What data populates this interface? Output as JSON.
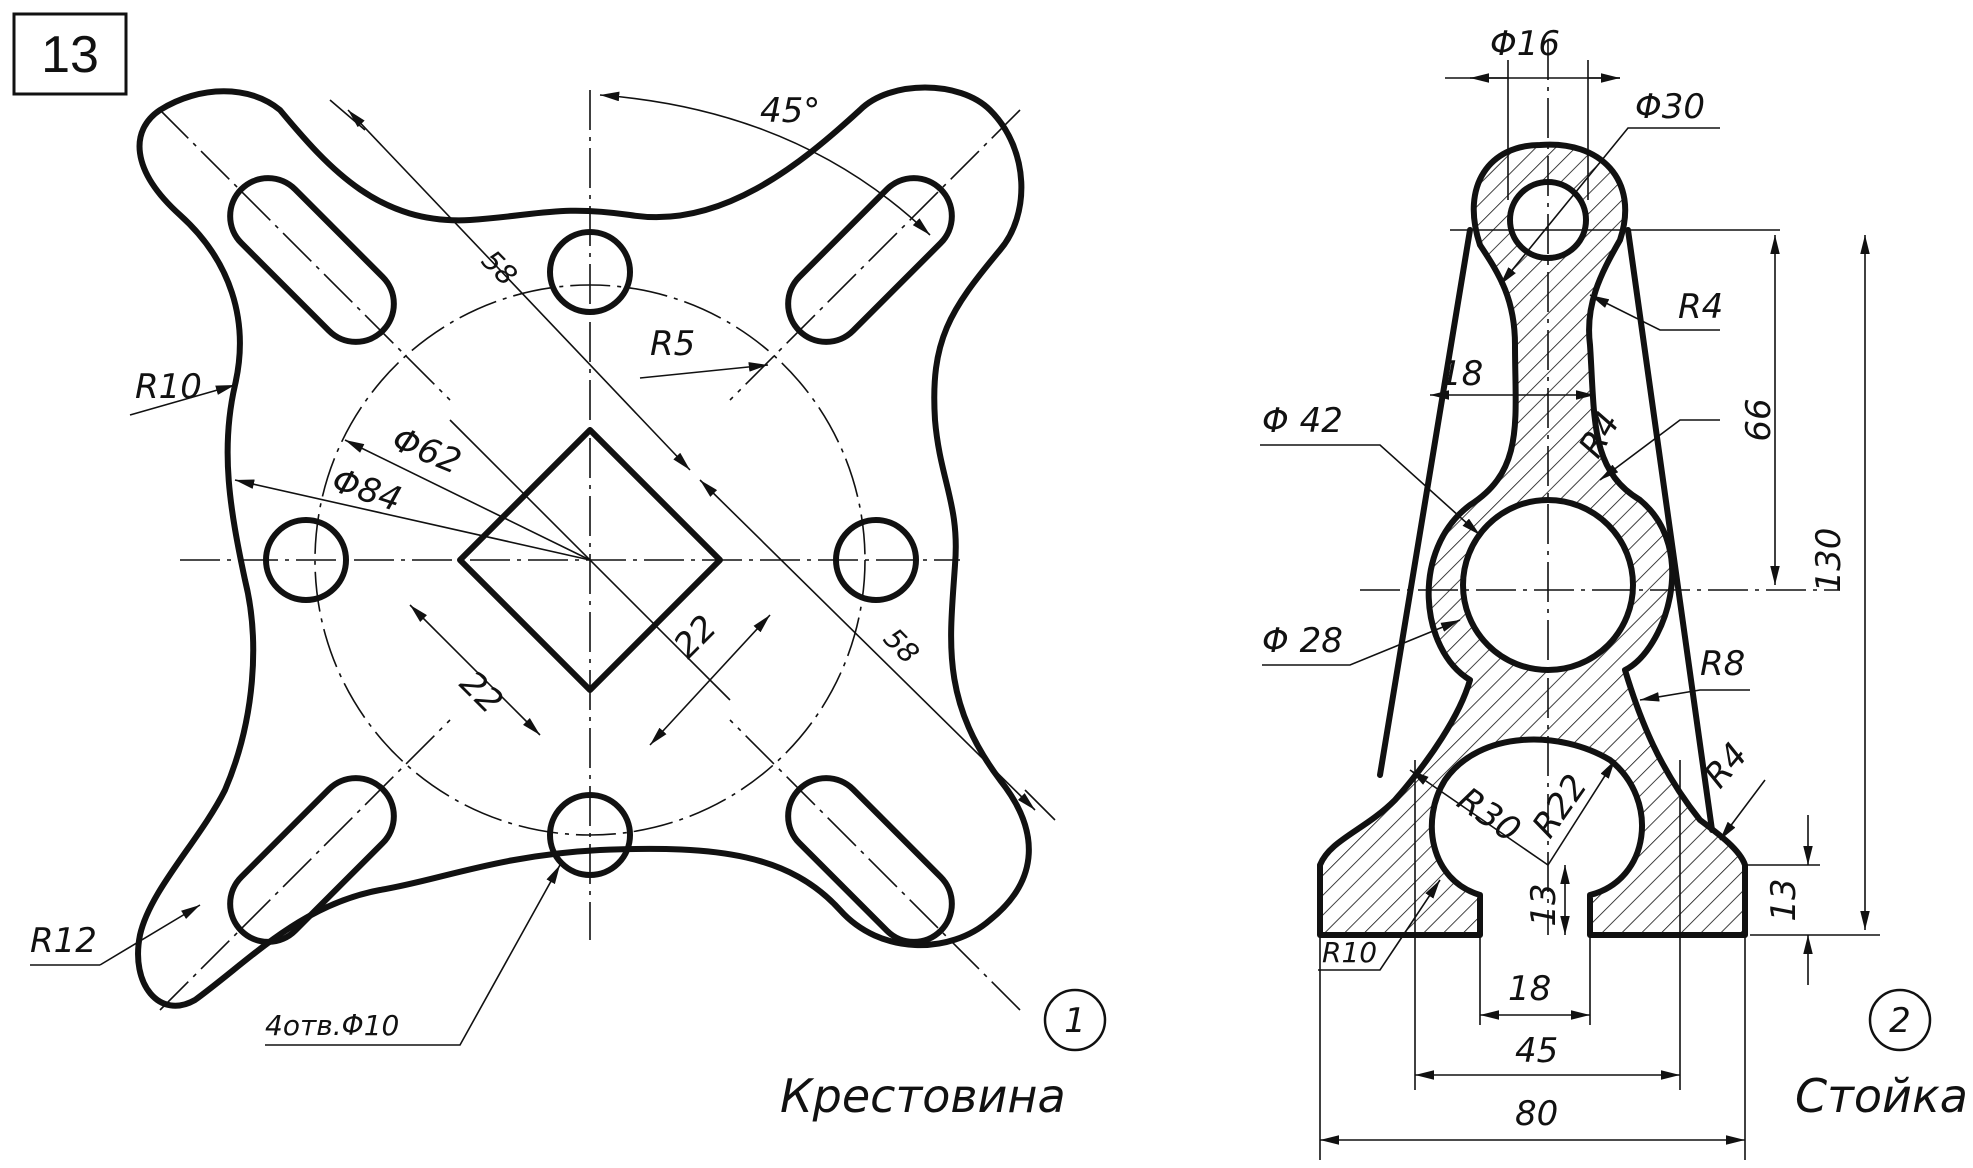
{
  "sheet_number": "13",
  "part1": {
    "number": "1",
    "name": "Крестовина",
    "dims": {
      "angle": "45°",
      "diag_left": "58",
      "diag_right": "58",
      "slot_radius": "R5",
      "lobe_radius": "R10",
      "outer_radius": "R12",
      "d62": "Φ62",
      "d84": "Φ84",
      "square_left": "22",
      "square_right": "22",
      "holes": "4отв.Φ10"
    }
  },
  "part2": {
    "number": "2",
    "name": "Стойка",
    "dims": {
      "d16": "Φ16",
      "d30": "Φ30",
      "r4_top": "R4",
      "w18": "18",
      "d42": "Φ 42",
      "r4_mid": "R4",
      "h66": "66",
      "h130": "130",
      "d28": "Φ 28",
      "r8": "R8",
      "r30": "R30",
      "r22": "R22",
      "r4_low": "R4",
      "h13_left": "13",
      "h13_right": "13",
      "r10": "R10",
      "w18_bottom": "18",
      "w45": "45",
      "w80": "80"
    }
  }
}
